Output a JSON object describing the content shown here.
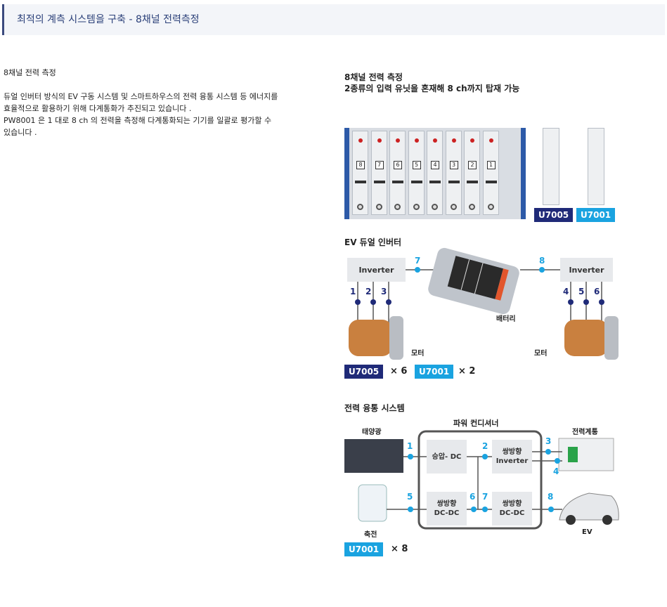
{
  "header": {
    "title": "최적의 계측 시스템을 구축 - 8채널 전력측정"
  },
  "intro": {
    "heading": "8채널 전력 측정",
    "paragraph1": "듀얼 인버터 방식의 EV 구동 시스템 및 스마트하우스의 전력 융통 시스템 등 에너지를\n효율적으로 활용하기 위해 다계통화가 추진되고 있습니다 .\nPW8001 은 1 대로 8 ch 의 전력을 측정해 다계통화되는 기기를 일괄로 평가할 수\n있습니다 ."
  },
  "figure": {
    "title": "8채널 전력 측정\n2종류의 입력 유닛을 혼재해 8 ch까지 탑재 가능",
    "slot_numbers": [
      "8",
      "7",
      "6",
      "5",
      "4",
      "3",
      "2",
      "1"
    ],
    "unit_badges": {
      "u7005": "U7005",
      "u7001": "U7001"
    },
    "ev": {
      "title": "EV 듀얼 인버터",
      "inverter": "Inverter",
      "battery": "배터리",
      "motor": "모터",
      "nums_left": [
        "1",
        "2",
        "3"
      ],
      "nums_right": [
        "4",
        "5",
        "6"
      ],
      "num_7": "7",
      "num_8": "8",
      "count_u7005": "× 6",
      "count_u7001": "× 2"
    },
    "power": {
      "title": "전력 융통 시스템",
      "conditioner": "파워 컨디셔너",
      "solar": "태양광",
      "grid": "전력계통",
      "storage": "축전",
      "ev": "EV",
      "box_boost": "승압- DC",
      "box_inverter": "쌍방향\nInverter",
      "box_dcdc1": "쌍방향\nDC-DC",
      "box_dcdc2": "쌍방향\nDC-DC",
      "nums": [
        "1",
        "2",
        "3",
        "4",
        "5",
        "6",
        "7",
        "8"
      ],
      "count_u7001": "× 8"
    }
  },
  "colors": {
    "navy": "#1f2a78",
    "cyan": "#1aa3e0",
    "accent_bar": "#3b4a7e"
  }
}
